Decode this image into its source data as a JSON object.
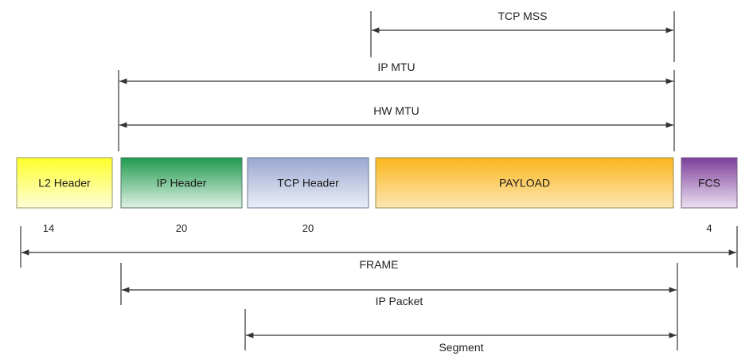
{
  "segments": [
    {
      "label": "L2 Header",
      "size": "14",
      "color_top": "#ffff2a",
      "color_bottom": "#fdfdd8",
      "border": "#9a9a66"
    },
    {
      "label": "IP Header",
      "size": "20",
      "color_top": "#1f9a4e",
      "color_bottom": "#dff1e4",
      "border": "#55776a"
    },
    {
      "label": "TCP Header",
      "size": "20",
      "color_top": "#9aa7d0",
      "color_bottom": "#eceff8",
      "border": "#6f7790"
    },
    {
      "label": "PAYLOAD",
      "size": "",
      "color_top": "#fbb61c",
      "color_bottom": "#fde6b2",
      "border": "#9c8a55"
    },
    {
      "label": "FCS",
      "size": "4",
      "color_top": "#7c3f9a",
      "color_bottom": "#ece0f1",
      "border": "#77617f"
    }
  ],
  "spans_top": [
    {
      "label": "TCP MSS"
    },
    {
      "label": "IP MTU"
    },
    {
      "label": "HW MTU"
    }
  ],
  "spans_bottom": [
    {
      "label": "FRAME"
    },
    {
      "label": "IP Packet"
    },
    {
      "label": "Segment"
    }
  ],
  "colors": {
    "line": "#333333"
  }
}
